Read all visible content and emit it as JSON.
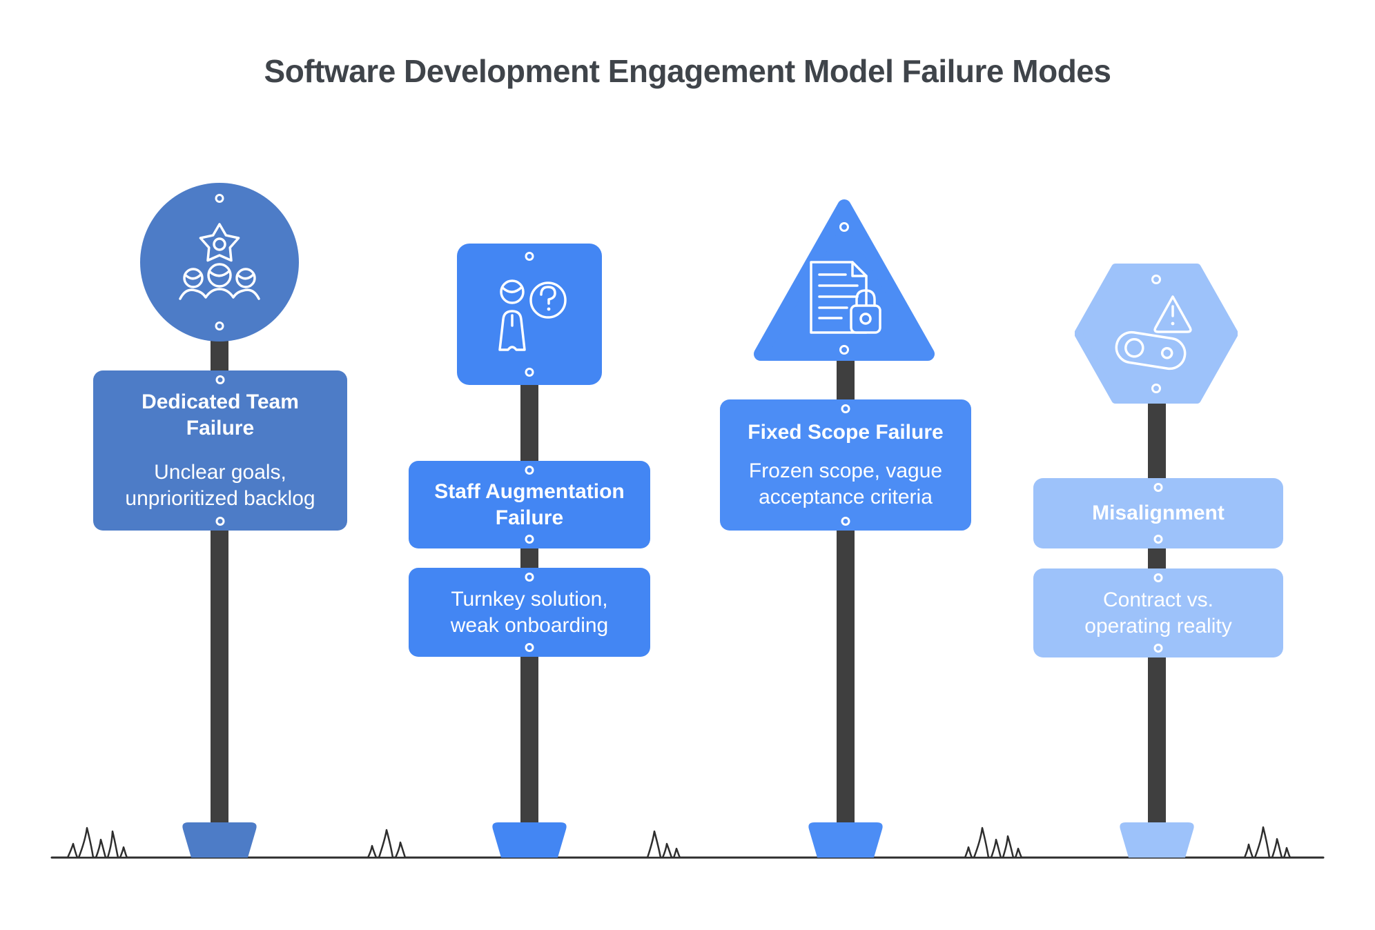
{
  "title": "Software Development Engagement Model Failure Modes",
  "signs": [
    {
      "id": "dedicated-team-failure",
      "shape": "circle",
      "icon": "team-gear-icon",
      "color": "#4D7CC7",
      "title": "Dedicated Team Failure",
      "title_lines": [
        "Dedicated Team",
        "Failure"
      ],
      "subtitle": "Unclear goals, unprioritized backlog",
      "subtitle_lines": [
        "Unclear goals,",
        "unprioritized backlog"
      ]
    },
    {
      "id": "staff-augmentation-failure",
      "shape": "rounded-square",
      "icon": "person-question-icon",
      "color": "#4386F3",
      "title": "Staff Augmentation Failure",
      "title_lines": [
        "Staff Augmentation",
        "Failure"
      ],
      "subtitle": "Turnkey solution, weak onboarding",
      "subtitle_lines": [
        "Turnkey solution,",
        "weak onboarding"
      ]
    },
    {
      "id": "fixed-scope-failure",
      "shape": "triangle",
      "icon": "document-lock-icon",
      "color": "#4C8DF5",
      "title": "Fixed Scope Failure",
      "title_lines": [
        "Fixed Scope Failure"
      ],
      "subtitle": "Frozen scope, vague acceptance criteria",
      "subtitle_lines": [
        "Frozen scope, vague",
        "acceptance criteria"
      ]
    },
    {
      "id": "misalignment",
      "shape": "hexagon",
      "icon": "warning-belt-icon",
      "color": "#9DC2FA",
      "title": "Misalignment",
      "title_lines": [
        "Misalignment"
      ],
      "subtitle": "Contract vs. operating reality",
      "subtitle_lines": [
        "Contract vs.",
        "operating reality"
      ]
    }
  ],
  "colors": {
    "background": "#FFFFFF",
    "post": "#3F3F3F",
    "ground_line": "#2D2D2D",
    "title_text": "#3F444A",
    "sign_text": "#FFFFFF"
  }
}
